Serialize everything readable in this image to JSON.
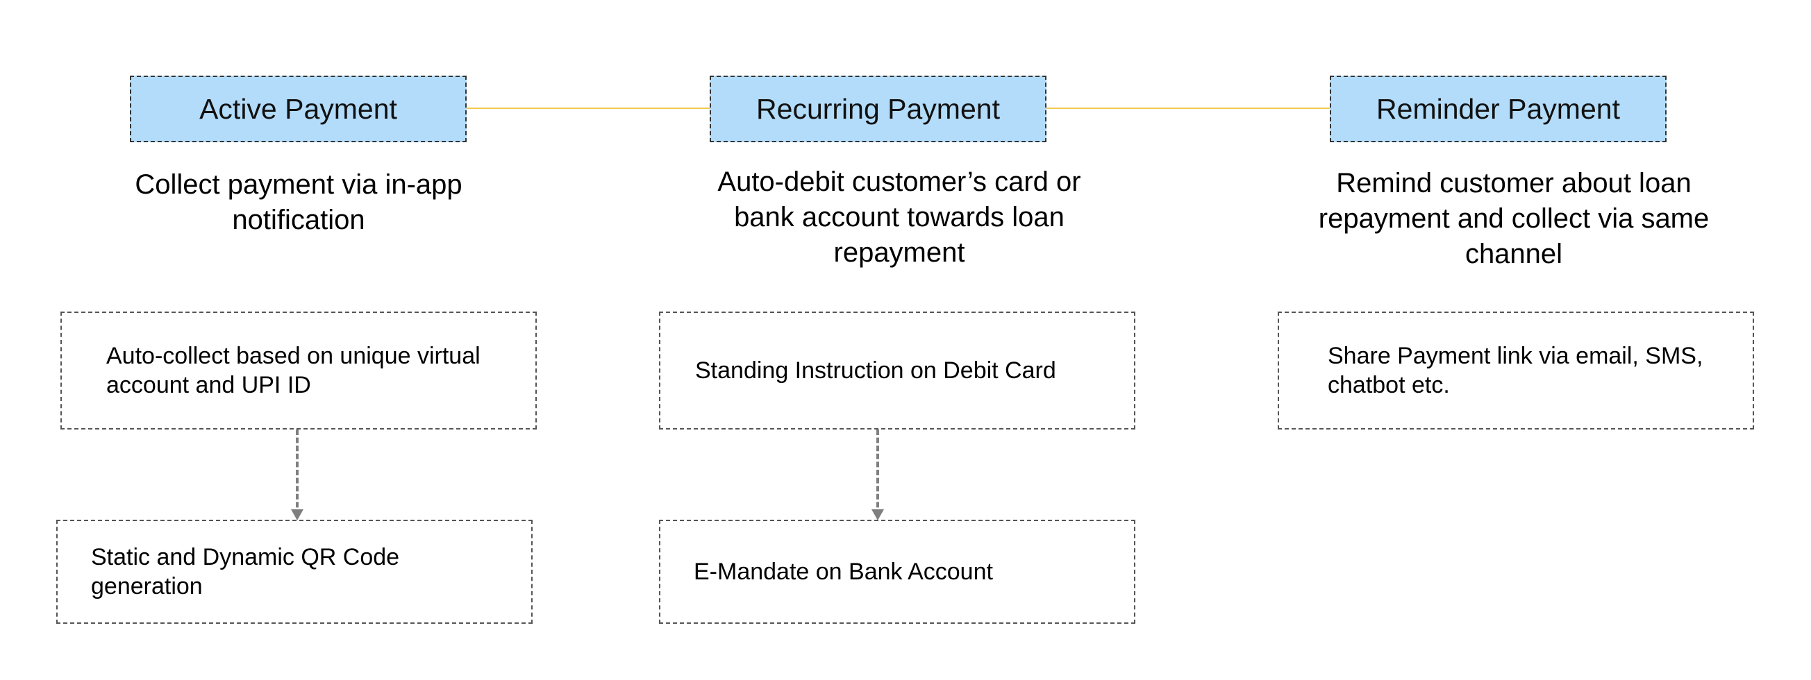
{
  "columns": [
    {
      "title": "Active Payment",
      "description": "Collect payment via in-app notification",
      "features": [
        "Auto-collect based on unique virtual account and UPI ID",
        "Static and Dynamic QR Code generation"
      ]
    },
    {
      "title": "Recurring Payment",
      "description": "Auto-debit customer’s card or bank account towards loan repayment",
      "features": [
        "Standing Instruction on Debit Card",
        "E-Mandate on Bank Account"
      ]
    },
    {
      "title": "Reminder Payment",
      "description": "Remind customer about loan repayment and collect via same channel",
      "features": [
        "Share Payment link via email, SMS, chatbot etc."
      ]
    }
  ],
  "colors": {
    "header_fill": "#b3dcfb",
    "connector": "#f2c94c",
    "arrow": "#7f7f7f"
  }
}
